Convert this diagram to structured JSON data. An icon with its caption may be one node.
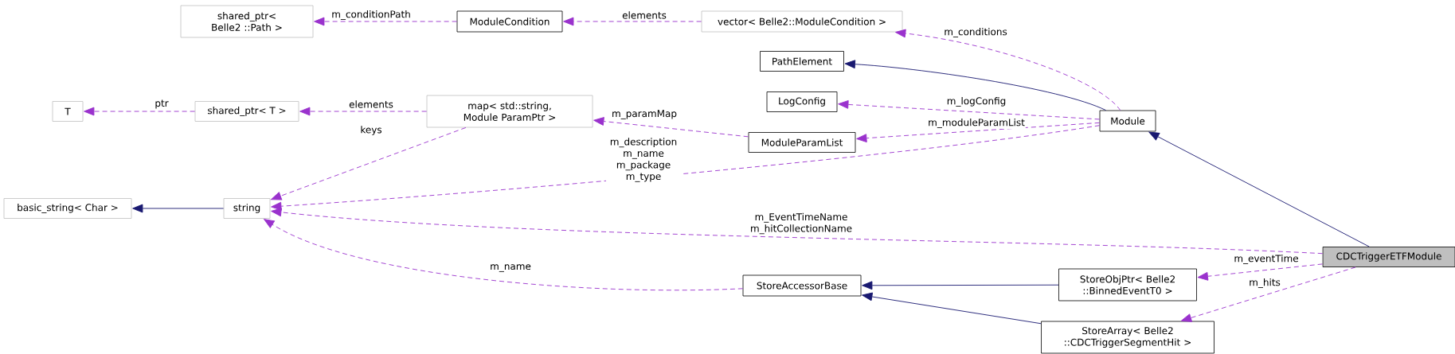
{
  "diagram": {
    "nodes": [
      {
        "text": [
          "CDCTriggerETFModule"
        ]
      },
      {
        "text": [
          "Module"
        ]
      },
      {
        "text": [
          "PathElement"
        ]
      },
      {
        "text": [
          "LogConfig"
        ]
      },
      {
        "text": [
          "ModuleParamList"
        ]
      },
      {
        "text": [
          "map< std::string, Module ParamPtr >"
        ]
      },
      {
        "text": [
          "shared_ptr< T >"
        ]
      },
      {
        "text": [
          "T"
        ]
      },
      {
        "text": [
          "string"
        ]
      },
      {
        "text": [
          "basic_string< Char >"
        ]
      },
      {
        "text": [
          "shared_ptr< Belle2 ::Path >"
        ]
      },
      {
        "text": [
          "ModuleCondition"
        ]
      },
      {
        "text": [
          "vector< Belle2::ModuleCondition >"
        ]
      },
      {
        "text": [
          "StoreAccessorBase"
        ]
      },
      {
        "text": [
          "StoreObjPtr< Belle2 ::BinnedEventT0 >"
        ]
      },
      {
        "text": [
          "StoreArray< Belle2 ::CDCTriggerSegmentHit >"
        ]
      }
    ],
    "edges": [
      {
        "from": 0,
        "to": 1,
        "arrow": "to",
        "color": "#191970"
      },
      {
        "from": 1,
        "to": 2,
        "arrow": "to",
        "color": "#191970"
      },
      {
        "from": 1,
        "to": 3,
        "arrow": "to",
        "label": "m_logConfig",
        "style": "dashed",
        "color": "#9a32cd"
      },
      {
        "from": 1,
        "to": 4,
        "arrow": "to",
        "label": "m_moduleParamList",
        "style": "dashed",
        "color": "#9a32cd"
      },
      {
        "from": 1,
        "to": 12,
        "arrow": "to",
        "label": "m_conditions",
        "style": "dashed",
        "color": "#9a32cd"
      },
      {
        "from": 1,
        "to": 8,
        "arrow": "to",
        "label": "m_description m_name m_package m_type",
        "style": "dashed",
        "color": "#9a32cd"
      },
      {
        "from": 4,
        "to": 5,
        "arrow": "to",
        "label": "m_paramMap",
        "style": "dashed",
        "color": "#9a32cd"
      },
      {
        "from": 5,
        "to": 8,
        "arrow": "to",
        "label": "keys",
        "style": "dashed",
        "color": "#9a32cd"
      },
      {
        "from": 5,
        "to": 6,
        "arrow": "to",
        "label": "elements",
        "style": "dashed",
        "color": "#9a32cd"
      },
      {
        "from": 6,
        "to": 7,
        "arrow": "to",
        "label": "ptr",
        "style": "dashed",
        "color": "#9a32cd"
      },
      {
        "from": 8,
        "to": 9,
        "arrow": "to",
        "color": "#191970"
      },
      {
        "from": 11,
        "to": 10,
        "arrow": "to",
        "label": "m_conditionPath",
        "style": "dashed",
        "color": "#9a32cd"
      },
      {
        "from": 12,
        "to": 11,
        "arrow": "to",
        "label": "elements",
        "style": "dashed",
        "color": "#9a32cd"
      },
      {
        "from": 0,
        "to": 8,
        "arrow": "to",
        "label": "m_EventTimeName m_hitCollectionName",
        "style": "dashed",
        "color": "#9a32cd"
      },
      {
        "from": 0,
        "to": 14,
        "arrow": "to",
        "label": "m_eventTime",
        "style": "dashed",
        "color": "#9a32cd"
      },
      {
        "from": 0,
        "to": 15,
        "arrow": "to",
        "label": "m_hits",
        "style": "dashed",
        "color": "#9a32cd"
      },
      {
        "from": 13,
        "to": 8,
        "arrow": "to",
        "label": "m_name",
        "style": "dashed",
        "color": "#9a32cd"
      },
      {
        "from": 14,
        "to": 13,
        "arrow": "to",
        "color": "#191970"
      },
      {
        "from": 15,
        "to": 13,
        "arrow": "to",
        "color": "#191970"
      }
    ]
  }
}
